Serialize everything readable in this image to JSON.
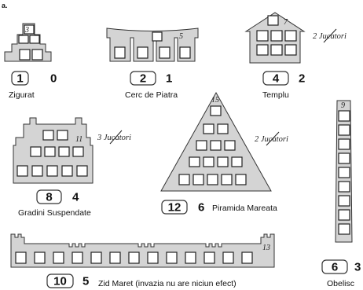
{
  "corner_mark": "a.",
  "monuments": [
    {
      "key": "zigurat",
      "name": "Zigurat",
      "cost": "1",
      "points": "0",
      "slots": "3",
      "note": ""
    },
    {
      "key": "cerc",
      "name": "Cerc de Piatra",
      "cost": "2",
      "points": "1",
      "slots": "5",
      "note": ""
    },
    {
      "key": "templu",
      "name": "Templu",
      "cost": "4",
      "points": "2",
      "slots": "7",
      "note": "2 Jucatori"
    },
    {
      "key": "gradini",
      "name": "Gradini Suspendate",
      "cost": "8",
      "points": "4",
      "slots": "11",
      "note": "3 Jucatori"
    },
    {
      "key": "piramida",
      "name": "Piramida Mareata",
      "cost": "12",
      "points": "6",
      "slots": "15",
      "note": "2 Jucatori"
    },
    {
      "key": "obelisc",
      "name": "Obelisc",
      "cost": "6",
      "points": "3",
      "slots": "9",
      "note": ""
    },
    {
      "key": "zid",
      "name": "Zid Maret (invazia nu are niciun efect)",
      "cost": "10",
      "points": "5",
      "slots": "13",
      "note": ""
    }
  ]
}
